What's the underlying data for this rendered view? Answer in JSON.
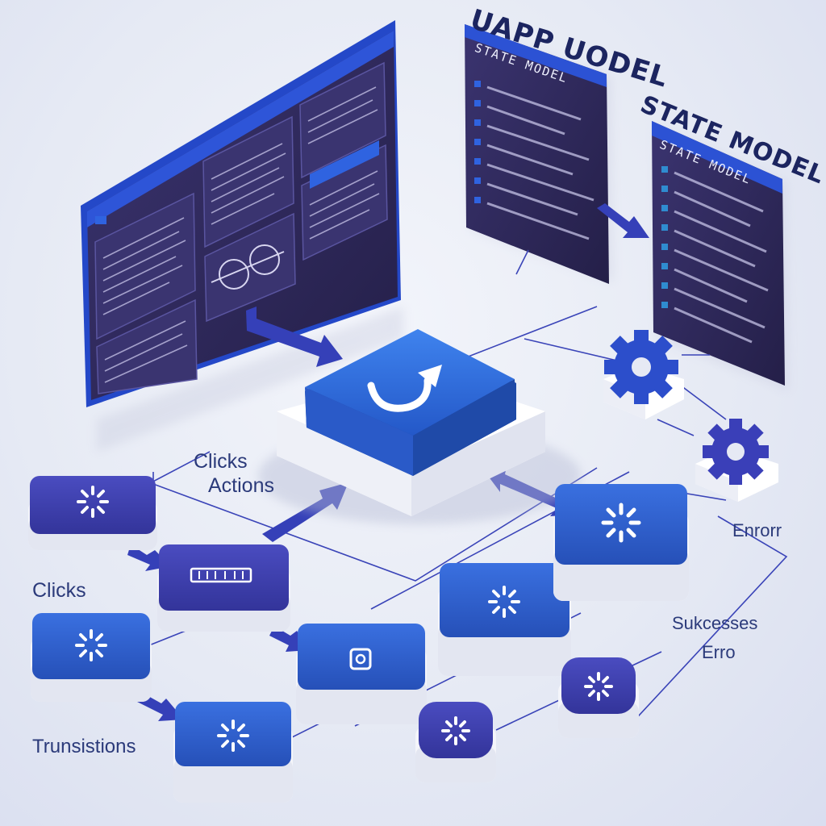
{
  "panels": {
    "app_model_title": "UAPP UODEL",
    "app_model_subtitle": "STATE MODEL",
    "state_model_title": "STATE MODEL",
    "state_model_subtitle": "STATE MODEL"
  },
  "labels": {
    "clicks_actions_1": "Clicks",
    "clicks_actions_2": "Actions",
    "clicks": "Clicks",
    "transitions": "Trunsistions",
    "error_top": "Enrorr",
    "successes": "Sukcesses",
    "error_bottom": "Erro"
  },
  "colors": {
    "tile_purple": "#3d3fa8",
    "tile_blue": "#2f5cc4",
    "central_tile": "#2c6ad4",
    "base_white": "#f4f5fa",
    "screen_bg": "#2f2a5a",
    "accent_blue": "#2a54d8"
  },
  "icons": [
    "spinner-icon",
    "refresh-icon",
    "gear-icon",
    "arrow-icon",
    "lock-icon"
  ]
}
